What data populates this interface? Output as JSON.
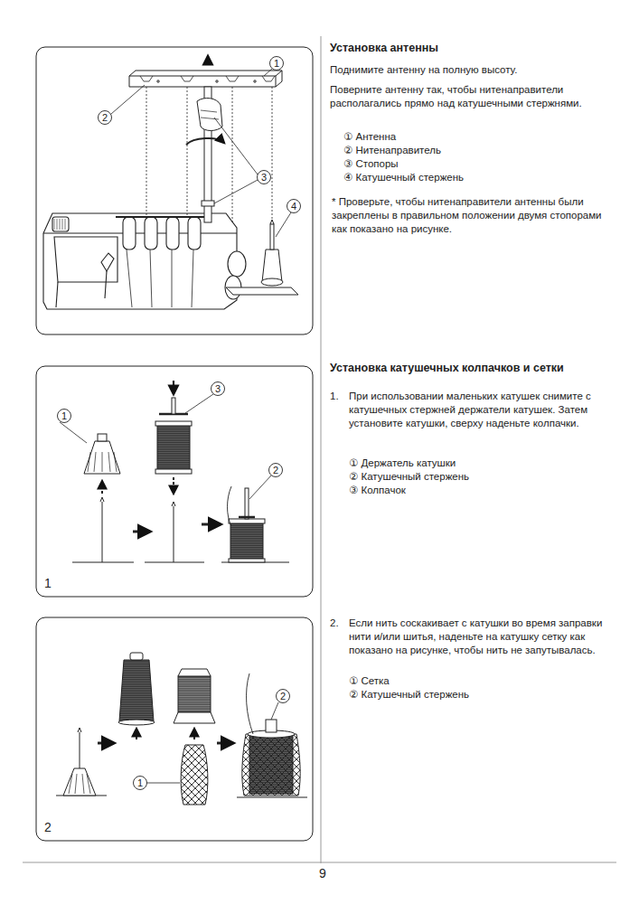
{
  "diagram": {
    "labels": [
      "Установка антенны",
      "Поднимите антенну на полную высоту.",
      "Поверните антенну так, чтобы нитенаправители располагались прямо над катушечными стержнями.",
      "① Антенна",
      "② Нитенаправитель",
      "③ Стопоры",
      "④ Катушечный стержень",
      "* Проверьте, чтобы нитенаправители антенны были закреплены в правильном положении двумя стопорами как показано на рисунке.",
      "Установка катушечных колпачков и сетки",
      "1.",
      "При использовании маленьких катушек снимите с катушечных стержней держатели катушек. Затем установите катушки, сверху наденьте колпачки.",
      "① Держатель катушки",
      "② Катушечный стержень",
      "③ Колпачок",
      "2.",
      "Если нить соскакивает с катушки во время заправки нити и/или шитья, наденьте на катушку сетку как показано на рисунке, чтобы нить не запутывалась.",
      "① Сетка",
      "② Катушечный стержень",
      "1",
      "2",
      "3",
      "4",
      "1",
      "3",
      "2",
      "1",
      "2",
      "1",
      "2",
      "9"
    ]
  }
}
